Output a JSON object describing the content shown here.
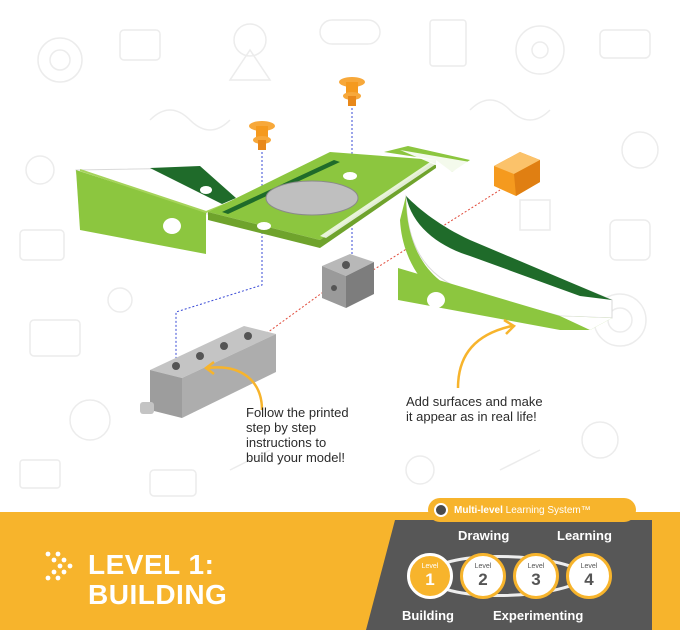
{
  "captions": {
    "left": "Follow the printed\nstep by step\ninstructions to\nbuild your model!",
    "right": "Add surfaces and make\nit appear as in real life!"
  },
  "banner": {
    "title": "LEVEL 1:\nBUILDING",
    "brand_color": "#f7b42c",
    "panel_color": "#575757"
  },
  "system": {
    "label_strong": "Multi-level",
    "label_rest": " Learning System™",
    "levels": [
      {
        "word": "Level",
        "num": "1",
        "active": true
      },
      {
        "word": "Level",
        "num": "2",
        "active": false
      },
      {
        "word": "Level",
        "num": "3",
        "active": false
      },
      {
        "word": "Level",
        "num": "4",
        "active": false
      }
    ],
    "steps": {
      "drawing": "Drawing",
      "learning": "Learning",
      "building": "Building",
      "experimenting": "Experimenting"
    }
  },
  "icons": {
    "arrow": "chevron-arrow-icon",
    "badge": "gear-dot-icon"
  }
}
